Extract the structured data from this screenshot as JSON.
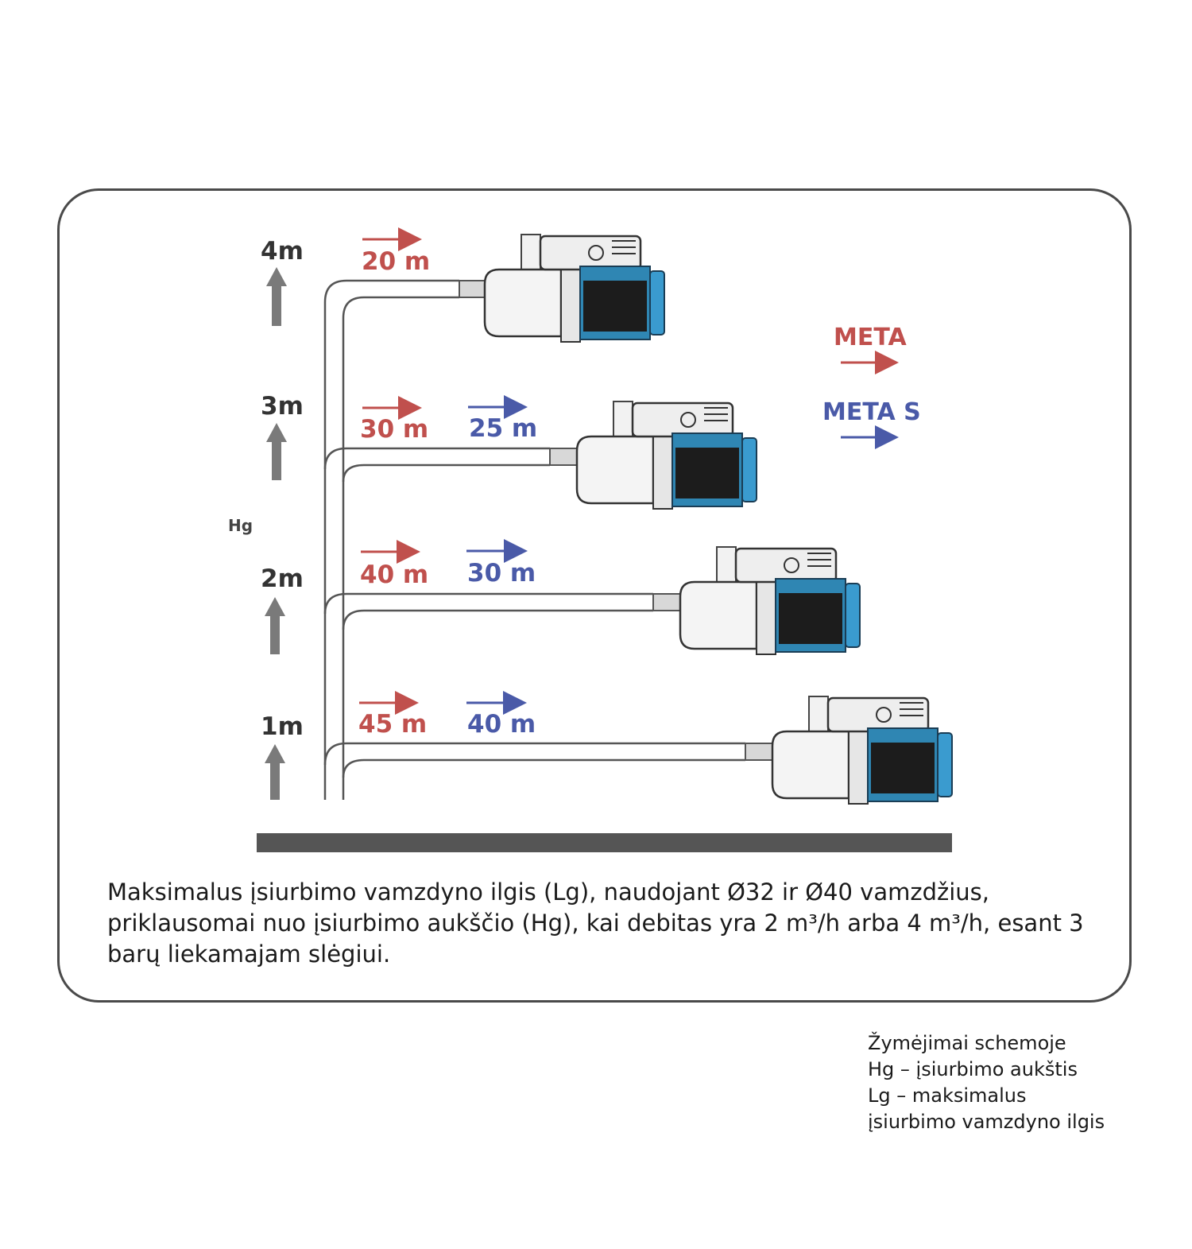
{
  "diagram": {
    "hg_label": "Hg",
    "levels": [
      {
        "height": "4m",
        "meta_length": "20 m",
        "meta_s_length": ""
      },
      {
        "height": "3m",
        "meta_length": "30 m",
        "meta_s_length": "25 m"
      },
      {
        "height": "2m",
        "meta_length": "40 m",
        "meta_s_length": "30 m"
      },
      {
        "height": "1m",
        "meta_length": "45 m",
        "meta_s_length": "40 m"
      }
    ],
    "legend": {
      "meta": "META",
      "meta_s": "META S"
    },
    "colors": {
      "meta": "#c0504d",
      "meta_s": "#4a5aa8",
      "pump_blue": "#2f86b3",
      "ground": "#555555"
    }
  },
  "caption": "Maksimalus įsiurbimo vamzdyno ilgis (Lg), naudojant Ø32 ir Ø40 vamzdžius, priklausomai nuo įsiurbimo aukščio (Hg), kai debitas yra 2 m³/h arba 4 m³/h, esant 3 barų liekamajam slėgiui.",
  "notes": {
    "title": "Žymėjimai schemoje",
    "hg": "Hg – įsiurbimo aukštis",
    "lg_line1": "Lg – maksimalus",
    "lg_line2": "įsiurbimo vamzdyno ilgis"
  }
}
